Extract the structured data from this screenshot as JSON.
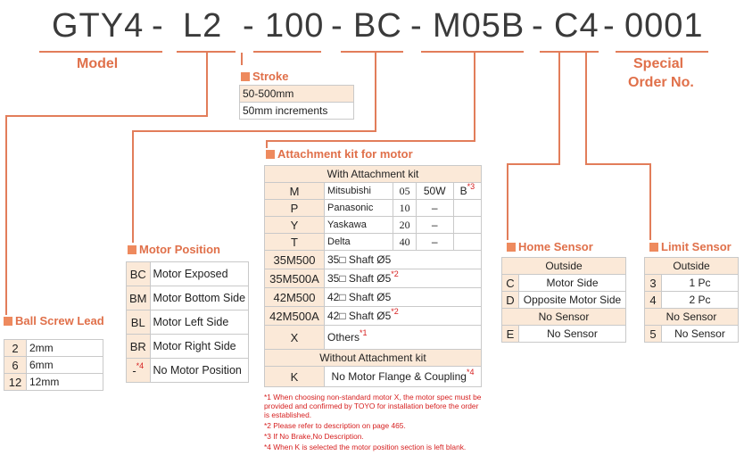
{
  "model_code": {
    "segments": [
      "GTY4",
      "L2",
      "100",
      "BC",
      "M05B",
      "C4",
      "0001"
    ],
    "separator": "-",
    "model_label": "Model",
    "special_label_1": "Special",
    "special_label_2": "Order No."
  },
  "stroke": {
    "title": "Stroke",
    "range": "50-500mm",
    "increment": "50mm increments"
  },
  "ball_screw_lead": {
    "title": "Ball Screw Lead",
    "rows": [
      {
        "code": "2",
        "value": "2mm"
      },
      {
        "code": "6",
        "value": "6mm"
      },
      {
        "code": "12",
        "value": "12mm"
      }
    ]
  },
  "motor_position": {
    "title": "Motor Position",
    "rows": [
      {
        "code": "BC",
        "desc": "Motor Exposed"
      },
      {
        "code": "BM",
        "desc": "Motor Bottom Side"
      },
      {
        "code": "BL",
        "desc": "Motor Left Side"
      },
      {
        "code": "BR",
        "desc": "Motor Right Side"
      },
      {
        "code": "-",
        "note": "*4",
        "desc": "No Motor Position"
      }
    ]
  },
  "attachment_kit": {
    "title": "Attachment kit for motor",
    "with_header": "With Attachment kit",
    "brands": [
      {
        "code": "M",
        "brand": "Mitsubishi",
        "num": "05",
        "watt": "50W",
        "brake": "B",
        "brake_note": "*3"
      },
      {
        "code": "P",
        "brand": "Panasonic",
        "num": "10",
        "watt": "–"
      },
      {
        "code": "Y",
        "brand": "Yaskawa",
        "num": "20",
        "watt": "–"
      },
      {
        "code": "T",
        "brand": "Delta",
        "num": "40",
        "watt": "–"
      }
    ],
    "shafts": [
      {
        "code": "35M500",
        "desc": "35□ Shaft Ø5",
        "note": ""
      },
      {
        "code": "35M500A",
        "desc": "35□ Shaft Ø5",
        "note": "*2"
      },
      {
        "code": "42M500",
        "desc": "42□ Shaft Ø5",
        "note": ""
      },
      {
        "code": "42M500A",
        "desc": "42□ Shaft Ø5",
        "note": "*2"
      }
    ],
    "others": {
      "code": "X",
      "desc": "Others",
      "note": "*1"
    },
    "without_header": "Without  Attachment kit",
    "none": {
      "code": "K",
      "desc": "No Motor Flange & Coupling",
      "note": "*4"
    }
  },
  "home_sensor": {
    "title": "Home Sensor",
    "outside": "Outside",
    "rows": [
      {
        "code": "C",
        "desc": "Motor Side"
      },
      {
        "code": "D",
        "desc": "Opposite Motor Side"
      }
    ],
    "no_sensor_header": "No Sensor",
    "none_row": {
      "code": "E",
      "desc": "No Sensor"
    }
  },
  "limit_sensor": {
    "title": "Limit Sensor",
    "outside": "Outside",
    "rows": [
      {
        "code": "3",
        "desc": "1 Pc"
      },
      {
        "code": "4",
        "desc": "2 Pc"
      }
    ],
    "no_sensor_header": "No Sensor",
    "none_row": {
      "code": "5",
      "desc": "No Sensor"
    }
  },
  "notes": [
    "*1 When choosing non-standard motor X, the motor spec must be provided and confirmed by TOYO for installation before the order is established.",
    "*2 Please refer to description on page 465.",
    "*3 If No Brake,No Description.",
    "*4 When K is selected the motor position section is left blank."
  ],
  "colors": {
    "accent": "#e0704a",
    "header_fill": "#fbe9d8",
    "note_red": "#d62020",
    "code_text": "#3a3a3a"
  }
}
